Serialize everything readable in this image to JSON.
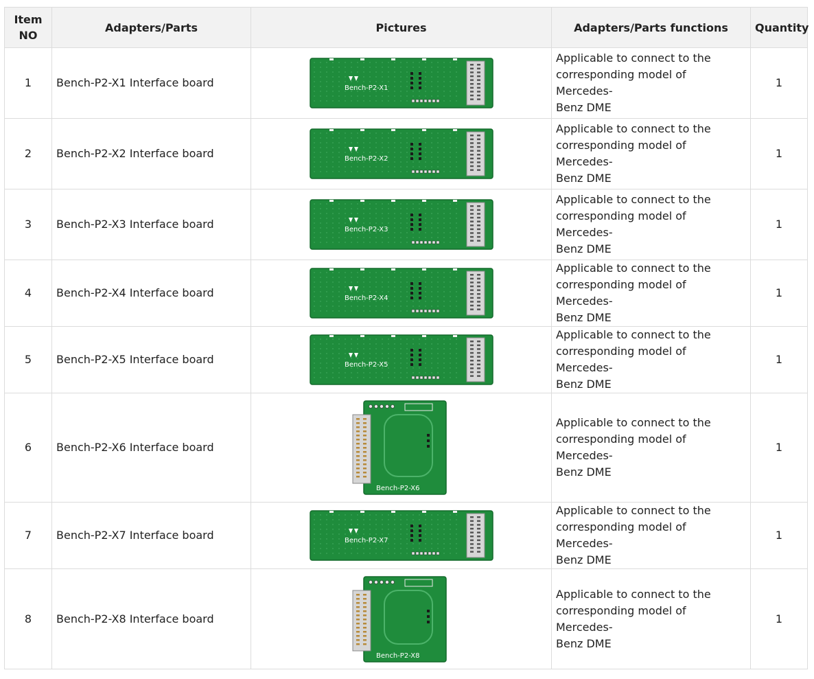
{
  "headers": {
    "item_no": "Item NO",
    "item_no_line1": "Item",
    "item_no_line2": "NO",
    "part": "Adapters/Parts",
    "picture": "Pictures",
    "function": "Adapters/Parts functions",
    "quantity": "Quantity"
  },
  "colors": {
    "board_green": "#1f8c3c",
    "board_edge": "#136a2b",
    "connector": "#d6d6d6",
    "header_bg": "#f2f2f2"
  },
  "rows": [
    {
      "no": "1",
      "part": "Bench-P2-X1 Interface board",
      "board_label": "Bench-P2-X1",
      "func1": "Applicable to connect to the",
      "func2": "corresponding model of Mercedes-",
      "func3": "Benz DME",
      "qty": "1",
      "shape": "long"
    },
    {
      "no": "2",
      "part": "Bench-P2-X2 Interface board",
      "board_label": "Bench-P2-X2",
      "func1": "Applicable to connect to the",
      "func2": "corresponding model of Mercedes-",
      "func3": "Benz DME",
      "qty": "1",
      "shape": "long"
    },
    {
      "no": "3",
      "part": "Bench-P2-X3 Interface board",
      "board_label": "Bench-P2-X3",
      "func1": "Applicable to connect to the",
      "func2": "corresponding model of Mercedes-",
      "func3": "Benz DME",
      "qty": "1",
      "shape": "long"
    },
    {
      "no": "4",
      "part": "Bench-P2-X4 Interface board",
      "board_label": "Bench-P2-X4",
      "func1": "Applicable to connect to the",
      "func2": "corresponding model of Mercedes-",
      "func3": "Benz DME",
      "qty": "1",
      "shape": "long"
    },
    {
      "no": "5",
      "part": "Bench-P2-X5 Interface board",
      "board_label": "Bench-P2-X5",
      "func1": "Applicable to connect to the",
      "func2": "corresponding model of Mercedes-",
      "func3": "Benz DME",
      "qty": "1",
      "shape": "long"
    },
    {
      "no": "6",
      "part": "Bench-P2-X6 Interface board",
      "board_label": "Bench-P2-X6",
      "func1": "Applicable to connect to the",
      "func2": "corresponding model of Mercedes-",
      "func3": "Benz DME",
      "qty": "1",
      "shape": "square"
    },
    {
      "no": "7",
      "part": "Bench-P2-X7 Interface board",
      "board_label": "Bench-P2-X7",
      "func1": "Applicable to connect to the",
      "func2": "corresponding model of Mercedes-",
      "func3": "Benz DME",
      "qty": "1",
      "shape": "long"
    },
    {
      "no": "8",
      "part": "Bench-P2-X8 Interface board",
      "board_label": "Bench-P2-X8",
      "func1": "Applicable to connect to the",
      "func2": "corresponding model of Mercedes-",
      "func3": "Benz DME",
      "qty": "1",
      "shape": "square"
    }
  ]
}
